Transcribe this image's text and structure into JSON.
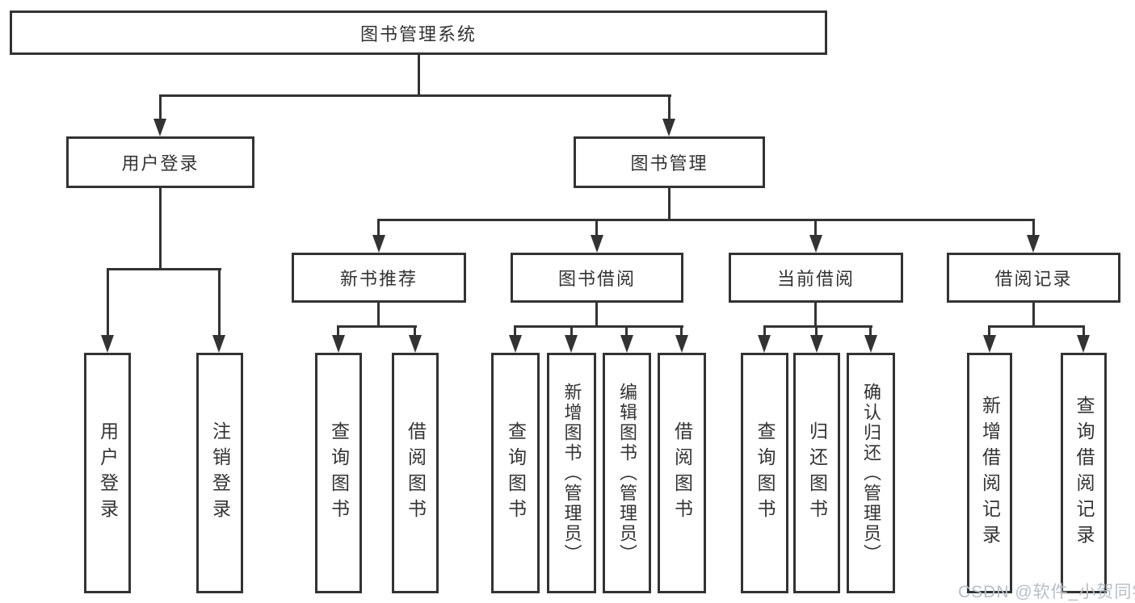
{
  "diagram": {
    "title": "图书管理系统",
    "nodes": {
      "root": {
        "label": "图书管理系统"
      },
      "user_login": {
        "label": "用户登录"
      },
      "book_mgmt": {
        "label": "图书管理"
      },
      "new_book_rec": {
        "label": "新书推荐"
      },
      "book_borrow": {
        "label": "图书借阅"
      },
      "current_borrow": {
        "label": "当前借阅"
      },
      "borrow_records": {
        "label": "借阅记录"
      },
      "user_login_children": [
        {
          "label": "用户登录"
        },
        {
          "label": "注销登录"
        }
      ],
      "new_book_rec_children": [
        {
          "label": "查询图书"
        },
        {
          "label": "借阅图书"
        }
      ],
      "book_borrow_children": [
        {
          "label": "查询图书"
        },
        {
          "label": "新增图书（管理员）"
        },
        {
          "label": "编辑图书（管理员）"
        },
        {
          "label": "借阅图书"
        }
      ],
      "current_borrow_children": [
        {
          "label": "查询图书"
        },
        {
          "label": "归还图书"
        },
        {
          "label": "确认归还（管理员）"
        }
      ],
      "borrow_records_children": [
        {
          "label": "新增借阅记录"
        },
        {
          "label": "查询借阅记录"
        }
      ]
    },
    "colors": {
      "line": "#333333",
      "text": "#333333",
      "background": "#ffffff",
      "watermark": "#b9bec6"
    }
  },
  "watermark": {
    "text": "CSDN @软件_小贺同学"
  }
}
